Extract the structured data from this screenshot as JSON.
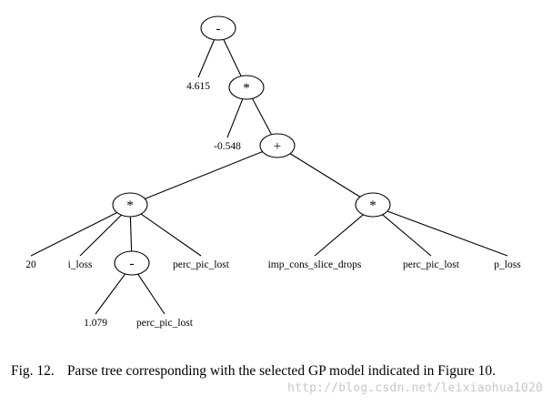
{
  "tree": {
    "nodes": [
      {
        "id": "root",
        "kind": "op",
        "label": "-"
      },
      {
        "id": "c4615",
        "kind": "leaf",
        "label": "4.615"
      },
      {
        "id": "mul1",
        "kind": "op",
        "label": "*"
      },
      {
        "id": "cneg548",
        "kind": "leaf",
        "label": "-0.548"
      },
      {
        "id": "plus",
        "kind": "op",
        "label": "+"
      },
      {
        "id": "mul2",
        "kind": "op",
        "label": "*"
      },
      {
        "id": "mul3",
        "kind": "op",
        "label": "*"
      },
      {
        "id": "c20",
        "kind": "leaf",
        "label": "20"
      },
      {
        "id": "iloss",
        "kind": "leaf",
        "label": "i_loss"
      },
      {
        "id": "minus2",
        "kind": "op",
        "label": "-"
      },
      {
        "id": "ppl1",
        "kind": "leaf",
        "label": "perc_pic_lost"
      },
      {
        "id": "c1079",
        "kind": "leaf",
        "label": "1.079"
      },
      {
        "id": "ppl2",
        "kind": "leaf",
        "label": "perc_pic_lost"
      },
      {
        "id": "imp",
        "kind": "leaf",
        "label": "imp_cons_slice_drops"
      },
      {
        "id": "ppl3",
        "kind": "leaf",
        "label": "perc_pic_lost"
      },
      {
        "id": "ploss",
        "kind": "leaf",
        "label": "p_loss"
      }
    ],
    "edges": [
      [
        "root",
        "c4615"
      ],
      [
        "root",
        "mul1"
      ],
      [
        "mul1",
        "cneg548"
      ],
      [
        "mul1",
        "plus"
      ],
      [
        "plus",
        "mul2"
      ],
      [
        "plus",
        "mul3"
      ],
      [
        "mul2",
        "c20"
      ],
      [
        "mul2",
        "iloss"
      ],
      [
        "mul2",
        "minus2"
      ],
      [
        "mul2",
        "ppl1"
      ],
      [
        "minus2",
        "c1079"
      ],
      [
        "minus2",
        "ppl2"
      ],
      [
        "mul3",
        "imp"
      ],
      [
        "mul3",
        "ppl3"
      ],
      [
        "mul3",
        "ploss"
      ]
    ]
  },
  "caption": {
    "figure_number": "Fig. 12.",
    "text": "Parse tree corresponding with the selected GP model indicated in Figure 10."
  },
  "watermark": "http://blog.csdn.net/leixiaohua1020"
}
